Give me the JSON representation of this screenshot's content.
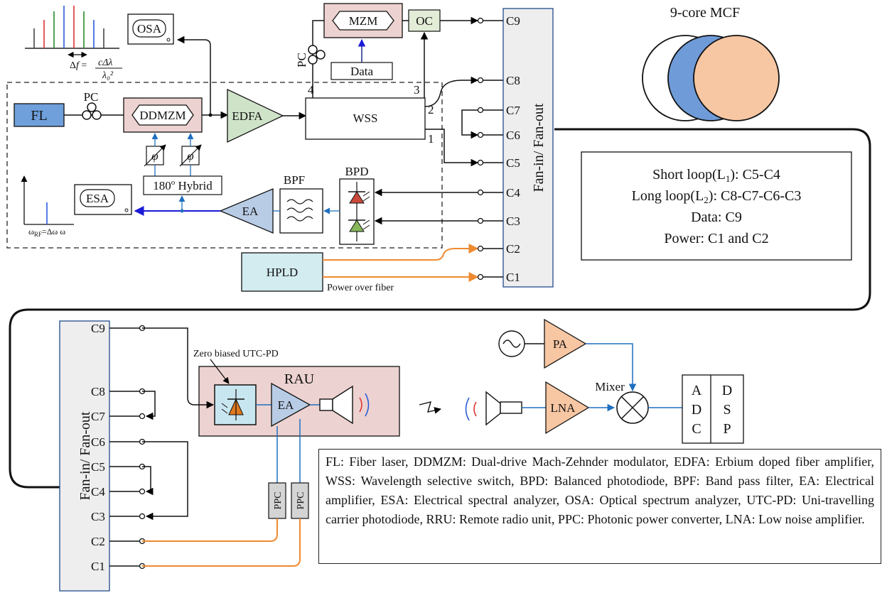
{
  "mcf_title": "9-core MCF",
  "components": {
    "fl": "FL",
    "pc": "PC",
    "ddmzm": "DDMZM",
    "edfa": "EDFA",
    "wss": "WSS",
    "mzm": "MZM",
    "oc": "OC",
    "data": "Data",
    "osa": "OSA",
    "esa": "ESA",
    "hybrid": "180o Hybrid",
    "phase": "φ",
    "ea": "EA",
    "bpf": "BPF",
    "bpd": "BPD",
    "hpld": "HPLD",
    "power_over_fiber": "Power over fiber",
    "fan_label": "Fan-in/ Fan-out",
    "rau": "RAU",
    "utc_note": "Zero biased UTC-PD",
    "ppc": "PPC",
    "pa": "PA",
    "lna": "LNA",
    "mixer": "Mixer",
    "adc": [
      "A",
      "D",
      "C"
    ],
    "dsp": [
      "D",
      "S",
      "P"
    ]
  },
  "wss_ports": [
    "4",
    "3",
    "2",
    "1"
  ],
  "cores": [
    "C9",
    "C8",
    "C7",
    "C6",
    "C5",
    "C4",
    "C3",
    "C2",
    "C1"
  ],
  "spectrum_label": "Δf = cΔλ/λ0²",
  "rf_label": "ωRF=Δω  ω",
  "info_lines": [
    "Short loop(L1): C5-C4",
    "Long loop(L2): C8-C7-C6-C3",
    "Data: C9",
    "Power: C1 and C2"
  ],
  "legend": "FL: Fiber laser, DDMZM: Dual-drive Mach-Zehnder modulator, EDFA: Erbium doped fiber amplifier, WSS: Wavelength selective switch, BPD: Balanced photodiode, BPF: Band pass filter, EA: Electrical amplifier, ESA: Electrical spectral analyzer,  OSA: Optical spectrum analyzer, UTC-PD: Uni-travelling carrier photodiode, RRU: Remote radio unit, PPC: Photonic power converter, LNA: Low noise amplifier.",
  "colors": {
    "fl_fill": "#6fa0dc",
    "pinkbox": "#ecd2d0",
    "edfa_fill": "#cfe3c8",
    "oc_fill": "#e2ecd6",
    "ea_fill": "#b9cce6",
    "hpld_fill": "#d3ecf0",
    "fan_fill": "#eeeeee",
    "orange_fiber": "#ee8a30",
    "blue_elec": "#1f6fc0",
    "rf_out": "#1a1ad8",
    "pd_red": "#c94a3b",
    "pd_green": "#86b85a",
    "utc_fill": "#c8e6ef",
    "utc_triangle": "#e07b1f",
    "pa_fill": "#f7c6a3",
    "core_blue": "#6f9bd8",
    "core_peach": "#f7c6a3",
    "spec_lines": [
      "#444",
      "#d33",
      "#2a8a2a",
      "#2a5bd8",
      "#d33",
      "#2a8a2a",
      "#2a5bd8",
      "#444"
    ]
  }
}
